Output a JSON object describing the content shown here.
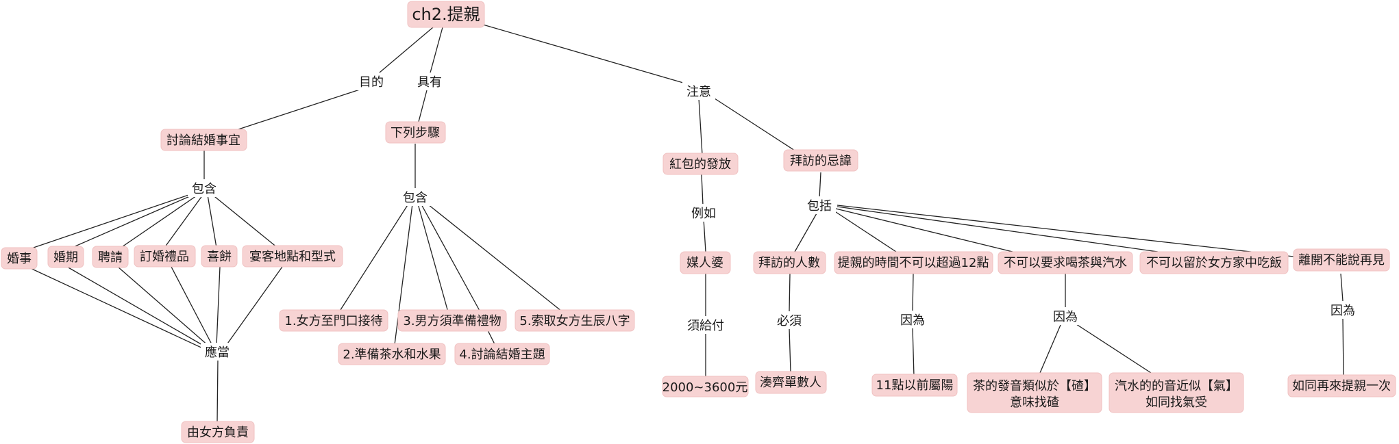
{
  "diagram": {
    "root": "ch2.提親",
    "link_labels": {
      "purpose": "目的",
      "has": "具有",
      "note": "注意",
      "includes_a": "包含",
      "includes_b": "包含",
      "should": "應當",
      "example": "例如",
      "must_pay": "須給付",
      "include_c": "包括",
      "must": "必須",
      "because_a": "因為",
      "because_b": "因為",
      "because_c": "因為"
    },
    "nodes": {
      "discuss": "討論結婚事宜",
      "steps": "下列步驟",
      "redpacket": "紅包的發放",
      "taboo": "拜訪的忌諱",
      "wedding": "婚事",
      "date": "婚期",
      "invite": "聘請",
      "gifts": "訂婚禮品",
      "cake": "喜餅",
      "banquet": "宴客地點和型式",
      "female_resp": "由女方負責",
      "step1": "1.女方至門口接待",
      "step2": "2.準備茶水和水果",
      "step3": "3.男方須準備禮物",
      "step4": "4.討論結婚主題",
      "step5": "5.索取女方生辰八字",
      "matchmaker": "媒人婆",
      "amount": "2000~3600元",
      "visitors": "拜訪的人數",
      "time": "提親的時間不可以超過12點",
      "tea": "不可以要求喝茶與汽水",
      "meal": "不可以留於女方家中吃飯",
      "leave": "離開不能說再見",
      "even": "湊齊單數人",
      "yang": "11點以前屬陽",
      "tea_reason_1": "茶的發音類似於【碴】",
      "tea_reason_2": "意味找碴",
      "soda_reason_1": "汽水的的音近似【氣】",
      "soda_reason_2": "如同找氣受",
      "again": "如同再來提親一次"
    }
  }
}
